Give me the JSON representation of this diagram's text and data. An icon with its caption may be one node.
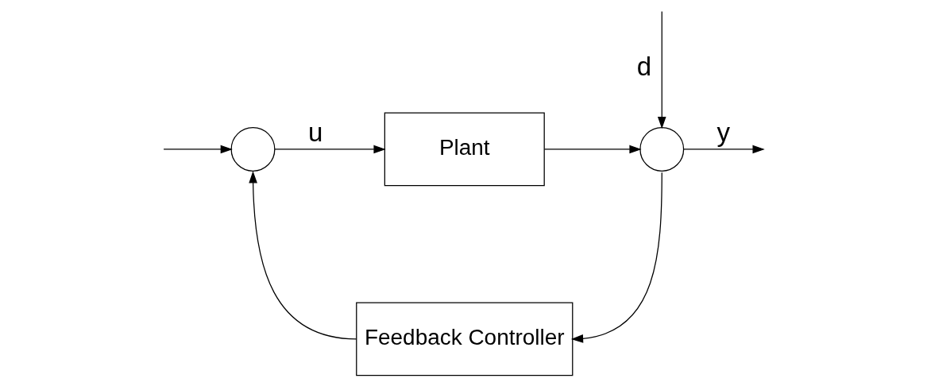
{
  "diagram": {
    "nodes": [
      {
        "text": [],
        "shape": "circle"
      },
      {
        "text": [
          "Plant"
        ]
      },
      {
        "text": [],
        "shape": "circle"
      },
      {
        "text": [
          "Feedback Controller"
        ]
      }
    ],
    "edges": [
      {
        "from": null,
        "to": 0,
        "arrow": "to"
      },
      {
        "from": 0,
        "to": 1,
        "arrow": "to",
        "label": "u"
      },
      {
        "from": 1,
        "to": 2,
        "arrow": "to"
      },
      {
        "from": null,
        "to": 2,
        "arrow": "to",
        "label": "d"
      },
      {
        "from": 2,
        "to": null,
        "arrow": "to",
        "label": "y"
      },
      {
        "from": 2,
        "to": 3,
        "arrow": "to"
      },
      {
        "from": 3,
        "to": 0,
        "arrow": "to"
      }
    ]
  }
}
